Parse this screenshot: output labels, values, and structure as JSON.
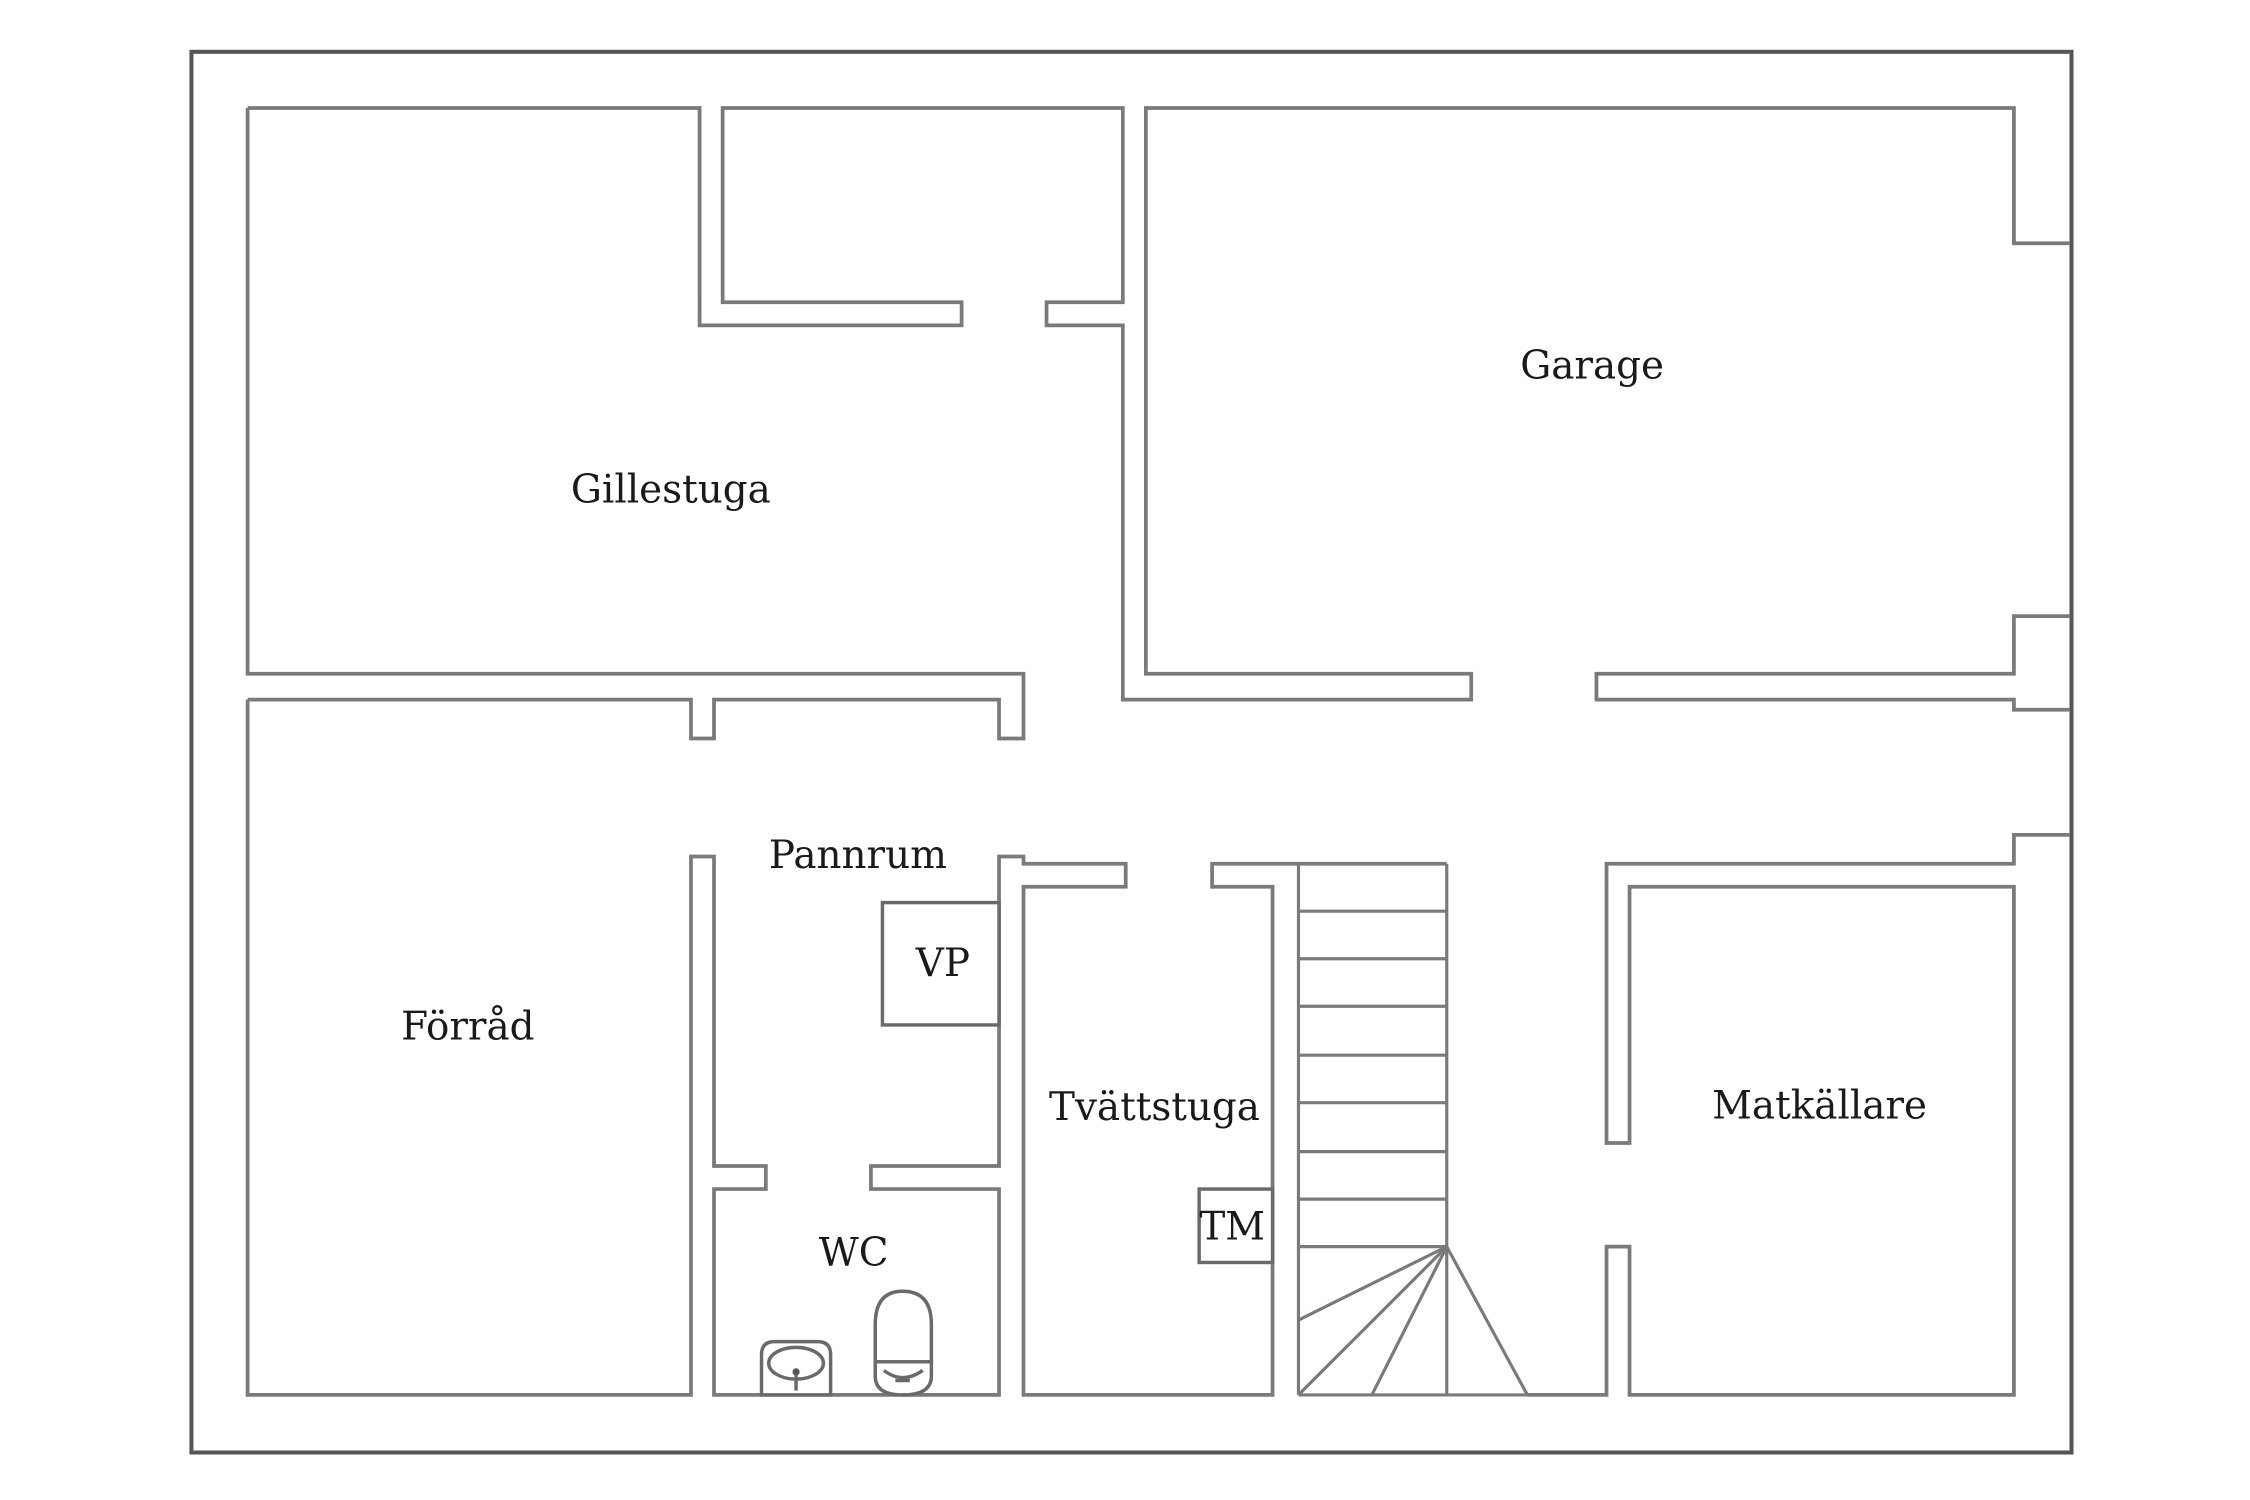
{
  "rooms": {
    "gillestuga": "Gillestuga",
    "garage": "Garage",
    "forrad": "Förråd",
    "pannrum": "Pannrum",
    "vp": "VP",
    "tvattstuga": "Tvättstuga",
    "tm": "TM",
    "wc": "WC",
    "matkallare": "Matkällare"
  }
}
